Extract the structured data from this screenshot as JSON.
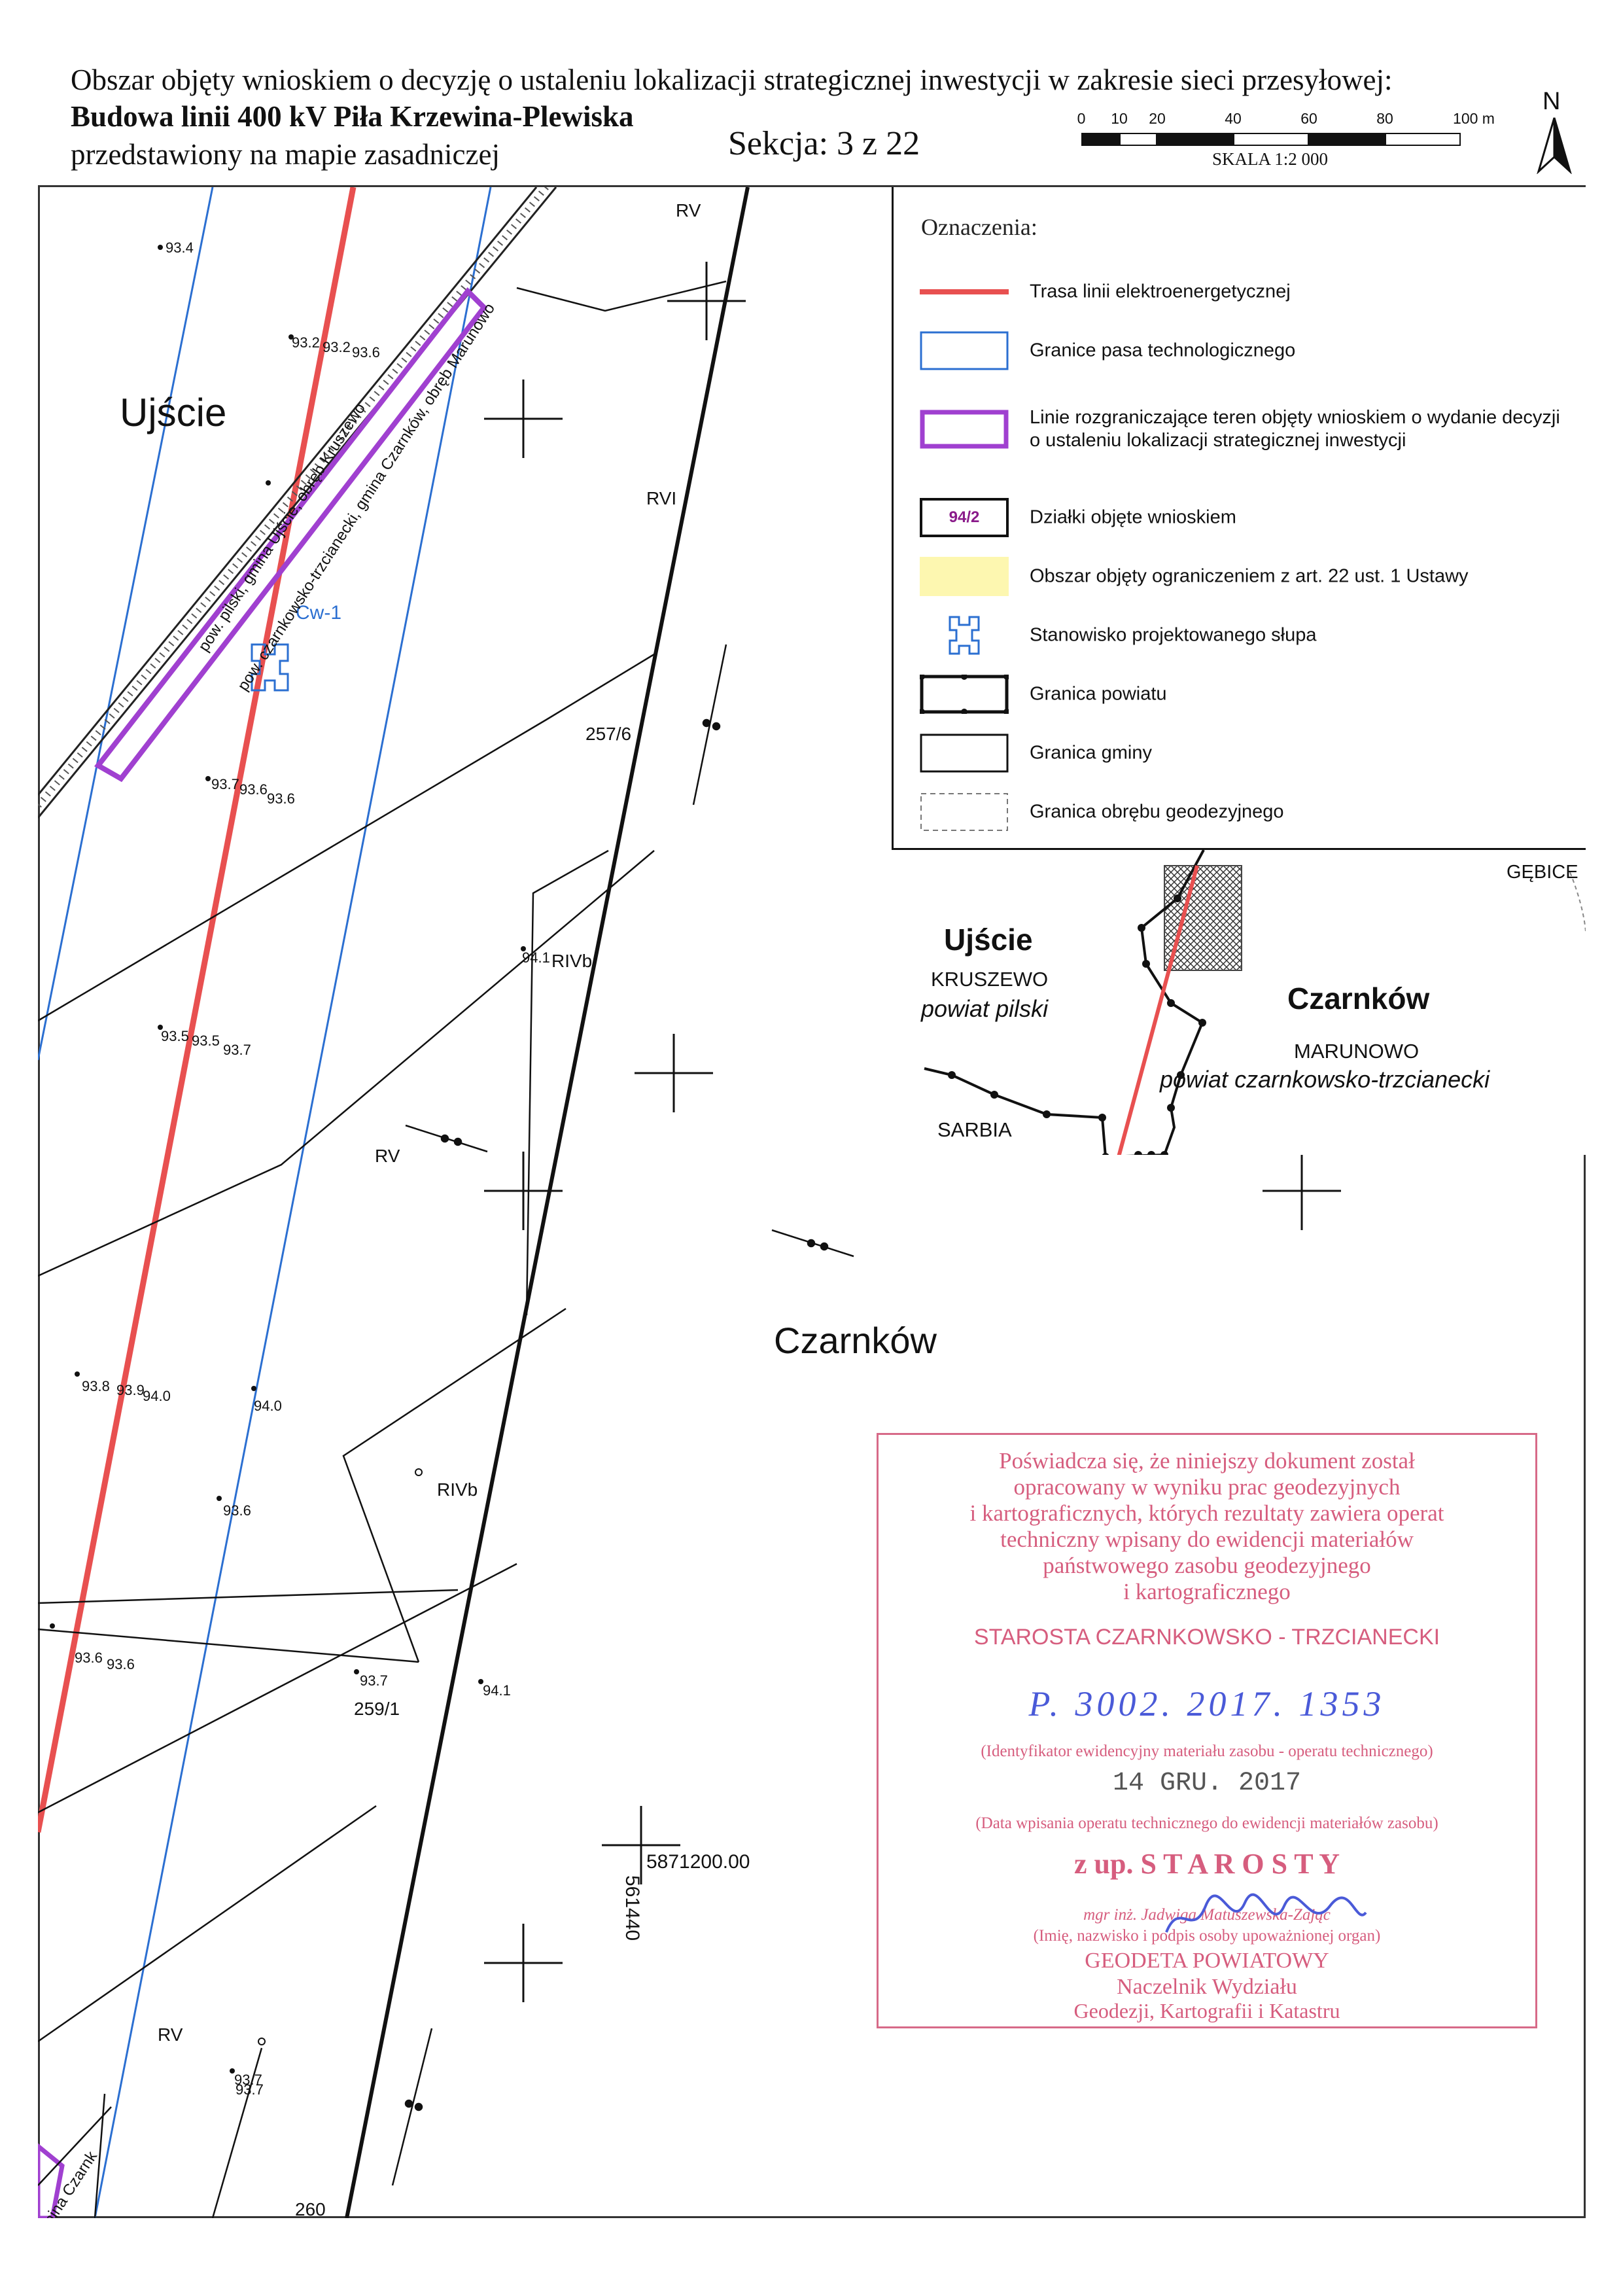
{
  "header": {
    "line1": "Obszar objęty wnioskiem o decyzję o ustaleniu lokalizacji strategicznej inwestycji w zakresie sieci przesyłowej:",
    "line2": "Budowa linii 400 kV Piła Krzewina-Plewiska",
    "line3": "przedstawiony na mapie zasadniczej",
    "section": "Sekcja: 3 z 22",
    "scale_ticks": [
      "0",
      "10",
      "20",
      "40",
      "60",
      "80",
      "100 m"
    ],
    "scale_caption": "SKALA 1:2 000",
    "north_label": "N"
  },
  "legend": {
    "title": "Oznaczenia:",
    "items": [
      {
        "label": "Trasa linii elektroenergetycznej"
      },
      {
        "label": "Granice pasa technologicznego"
      },
      {
        "label": "Linie rozgraniczające teren objęty wnioskiem o wydanie decyzji o ustaleniu lokalizacji strategicznej inwestycji"
      },
      {
        "label": "Działki objęte wnioskiem",
        "symbol_text": "94/2"
      },
      {
        "label": "Obszar objęty ograniczeniem z art. 22 ust. 1 Ustawy"
      },
      {
        "label": "Stanowisko projektowanego słupa"
      },
      {
        "label": "Granica powiatu"
      },
      {
        "label": "Granica gminy"
      },
      {
        "label": "Granica obrębu geodezyjnego"
      }
    ]
  },
  "inset": {
    "gebice": "GĘBICE",
    "ujscie": "Ujście",
    "kruszewo": "KRUSZEWO",
    "powiat_pilski": "powiat pilski",
    "czarnkow": "Czarnków",
    "marunowo": "MARUNOWO",
    "powiat_ct": "powiat czarnkowsko-trzcianecki",
    "sarbia": "SARBIA"
  },
  "map": {
    "ujscie": "Ujście",
    "czarnkow": "Czarnków",
    "pole_label": "Cw-1",
    "coord_n": "5871200.00",
    "coord_e": "561440",
    "parcels": [
      "257/6",
      "259/1",
      "260"
    ],
    "soil_classes": [
      "RV",
      "RVI",
      "RIVb",
      "RV",
      "RIVb",
      "RV"
    ],
    "elevations": [
      "93.4",
      "93.2",
      "93.2",
      "93.6",
      "93.7",
      "93.6",
      "93.6",
      "94.1",
      "93.5",
      "93.5",
      "93.7",
      "93.8",
      "93.9",
      "94.0",
      "94.0",
      "93.6",
      "93.6",
      "93.6",
      "93.7",
      "94.1",
      "93.7",
      "93.7"
    ],
    "boundary_text_a": "pow. czarnkowsko-trzcianecki, gmina Czarnków, obręb Marunowo",
    "boundary_text_b": "pow. pilski, gmina Ujście, obręb Kruszewo",
    "boundary_text_c": "mina Czarnk"
  },
  "stamp": {
    "lines": [
      "Poświadcza się, że niniejszy dokument został",
      "opracowany w wyniku prac geodezyjnych",
      "i kartograficznych, których rezultaty zawiera operat",
      "techniczny wpisany do ewidencji materiałów",
      "państwowego zasobu geodezyjnego",
      "i kartograficznego"
    ],
    "authority": "STAROSTA CZARNKOWSKO - TRZCIANECKI",
    "identifier": "P. 3002. 2017. 1353",
    "identifier_caption": "(Identyfikator ewidencyjny materiału zasobu - operatu technicznego)",
    "date": "14 GRU. 2017",
    "date_caption": "(Data wpisania operatu technicznego do ewidencji materiałów zasobu)",
    "for": "z up. S T A R O S T Y",
    "signer": "mgr inż. Jadwiga Matuszewska-Zając",
    "signer_caption": "(Imię, nazwisko i podpis osoby upoważnionej organ)",
    "title1": "GEODETA POWIATOWY",
    "title2": "Naczelnik Wydziału",
    "title3": "Geodezji, Kartografii i Katastru"
  },
  "colors": {
    "route": "#e85050",
    "belt": "#2b6fd1",
    "boundary": "#a040d0",
    "stamp": "#d65d7e",
    "restriction": "#fdf7b0"
  }
}
